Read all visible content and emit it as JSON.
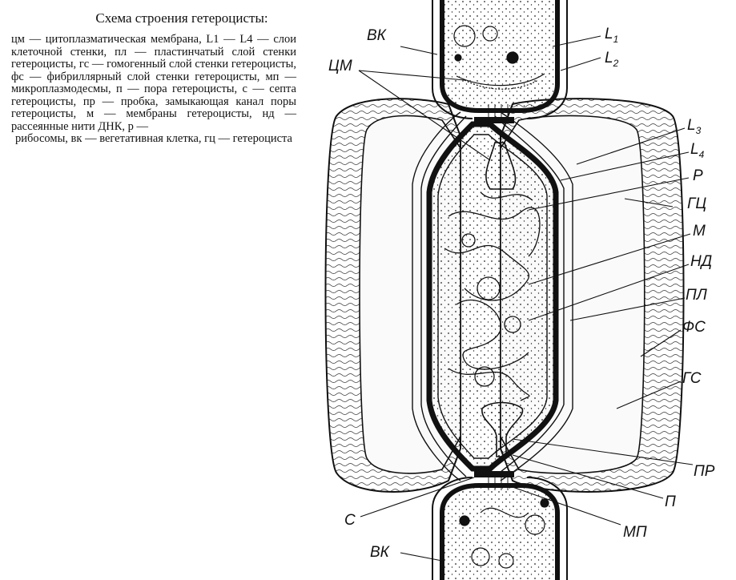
{
  "caption": {
    "title": "Схема строения гетероцисты:",
    "body": "цм — цитоплазматическая мембрана, L1 — L4 — слои клеточной стенки, пл — пластинчатый слой стенки гетероцисты, гс — гомогенный слой стенки гетероцисты, фс — фибриллярный слой стенки гетероцисты, мп — микроплазмодесмы, п — пора гетероцисты, с — септа гетероцисты, пр — пробка, замыкающая канал поры гетероцисты, м — мембраны гетероцисты, нд — рассеянные нити ДНК, р —",
    "last_line": "рибосомы, вк — вегетативная клетка, гц — гетероциста"
  },
  "labels": {
    "vk_top": "ВК",
    "l1": "L",
    "l1_sub": "1",
    "l2": "L",
    "l2_sub": "2",
    "cm": "ЦМ",
    "l3": "L",
    "l3_sub": "3",
    "l4": "L",
    "l4_sub": "4",
    "r": "Р",
    "gc": "ГЦ",
    "m": "М",
    "nd": "НД",
    "pl": "ПЛ",
    "fs": "ФС",
    "gs": "ГС",
    "pr": "ПР",
    "p": "П",
    "s": "С",
    "mp": "МП",
    "vk_bottom": "ВК"
  }
}
